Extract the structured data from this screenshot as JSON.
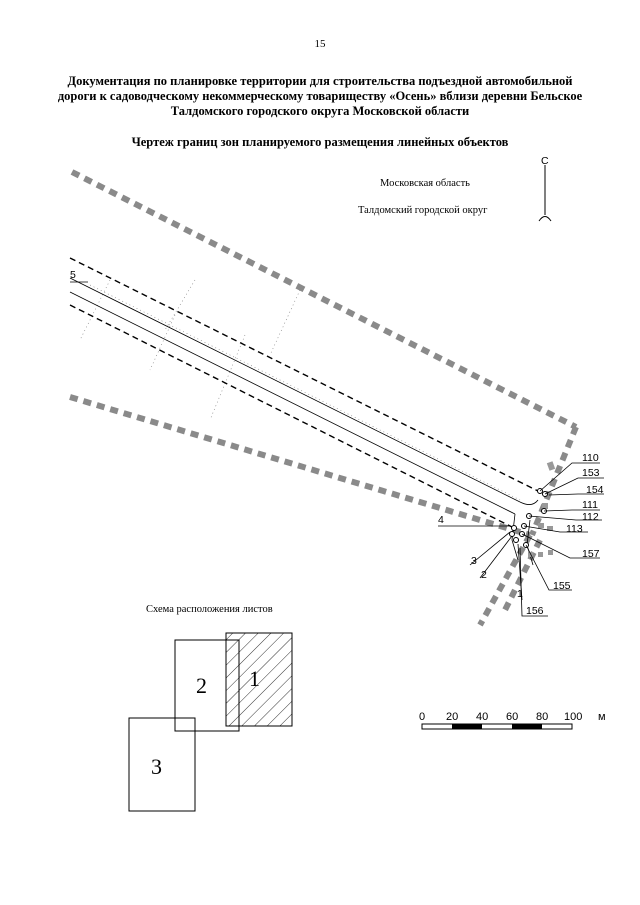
{
  "page": {
    "number": "15"
  },
  "header": {
    "title_line1": "Документация по планировке территории для строительства подъездной автомобильной",
    "title_line2": "дороги к садоводческому некоммерческому товариществу «Осень» вблизи деревни Бельское",
    "title_line3": "Талдомского городского округа Московской области",
    "subtitle": "Чертеж границ зон планируемого размещения линейных объектов"
  },
  "map": {
    "region": "Московская область",
    "district": "Талдомский городской округ",
    "north_label": "С",
    "point_labels": {
      "p5": "5",
      "p110": "110",
      "p153": "153",
      "p154": "154",
      "p111": "111",
      "p112": "112",
      "p113": "113",
      "p157": "157",
      "p4": "4",
      "p3": "3",
      "p2": "2",
      "p1": "1",
      "p155": "155",
      "p156": "156"
    }
  },
  "scheme": {
    "label": "Схема расположения листов",
    "sheets": [
      "1",
      "2",
      "3"
    ]
  },
  "scale_bar": {
    "ticks": [
      "0",
      "20",
      "40",
      "60",
      "80",
      "100"
    ],
    "unit": "м"
  }
}
